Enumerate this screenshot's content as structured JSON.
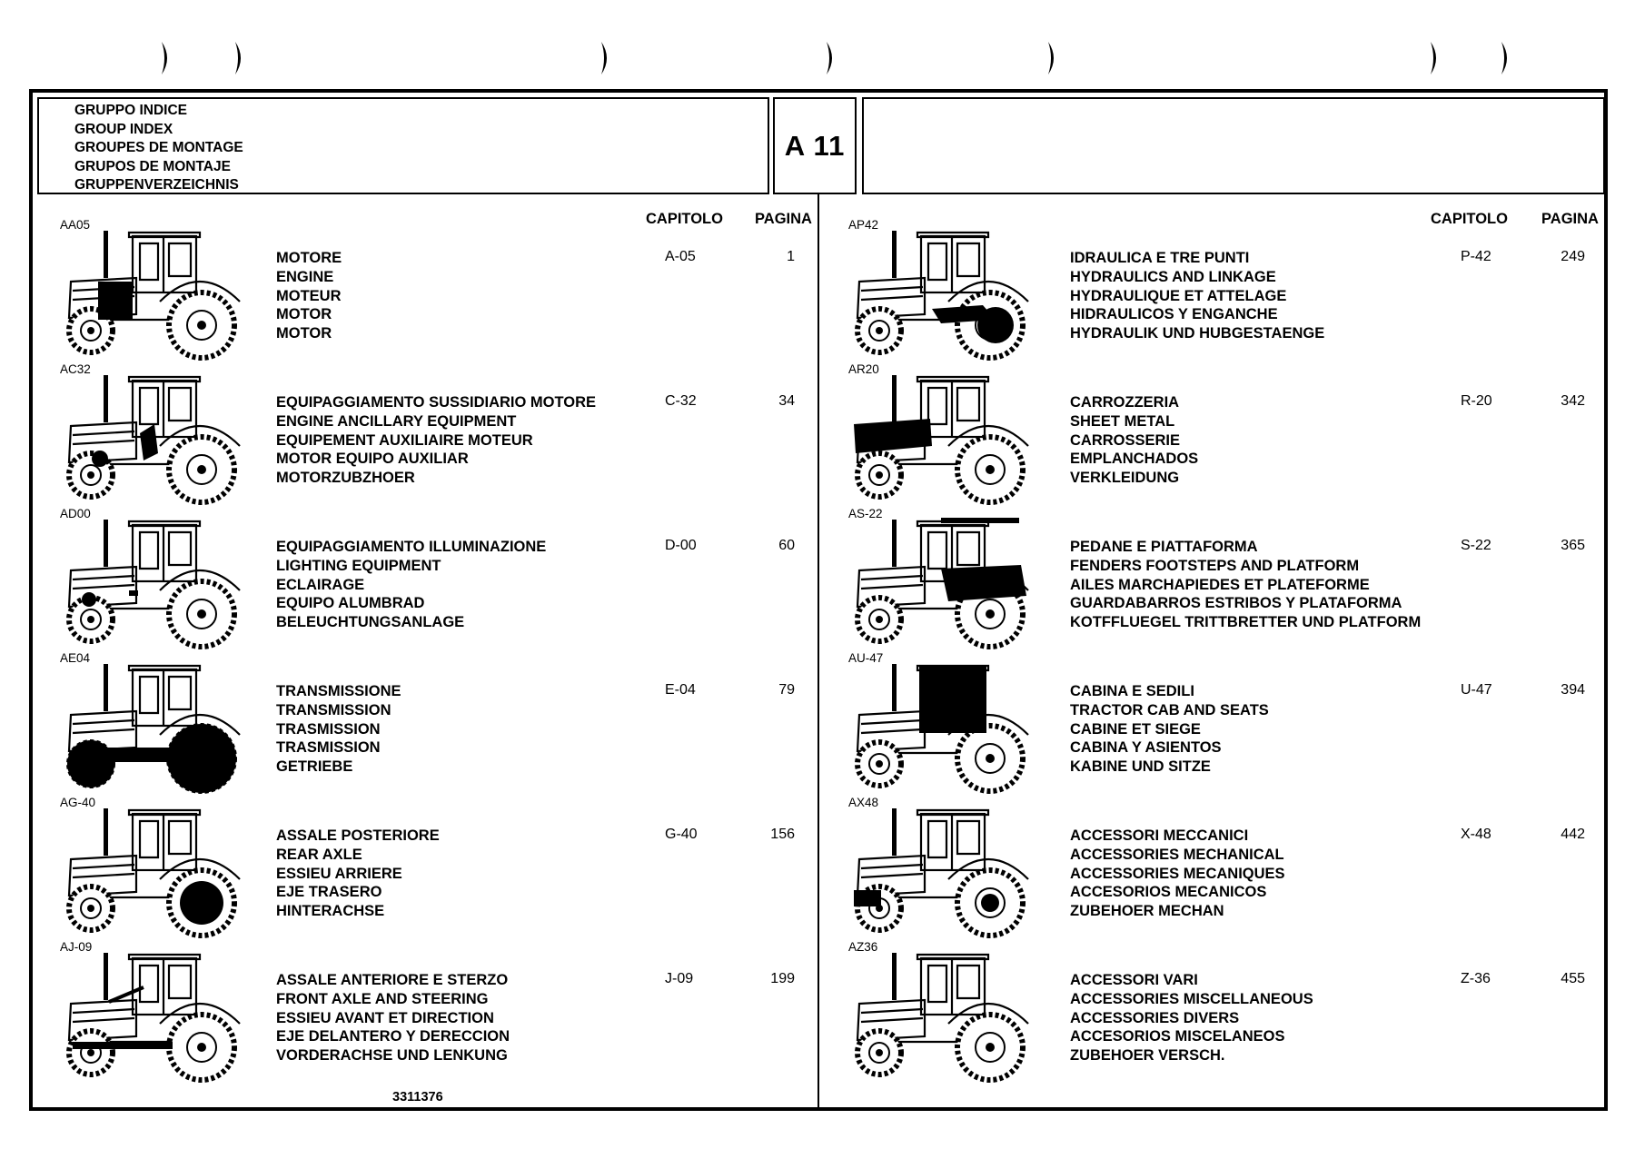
{
  "header": {
    "titles": [
      "GRUPPO INDICE",
      "GROUP INDEX",
      "GROUPES DE MONTAGE",
      "GRUPOS DE MONTAJE",
      "GRUPPENVERZEICHNIS"
    ],
    "section": "A 11"
  },
  "columns": {
    "chapter": "CAPITOLO",
    "page": "PAGINA"
  },
  "left": [
    {
      "code": "AA05",
      "names": [
        "MOTORE",
        "ENGINE",
        "MOTEUR",
        "MOTOR",
        "MOTOR"
      ],
      "chapter": "A-05",
      "page": "1",
      "highlight": "engine"
    },
    {
      "code": "AC32",
      "names": [
        "EQUIPAGGIAMENTO SUSSIDIARIO MOTORE",
        "ENGINE ANCILLARY EQUIPMENT",
        "EQUIPEMENT AUXILIAIRE MOTEUR",
        "MOTOR EQUIPO AUXILIAR",
        "MOTORZUBZHOER"
      ],
      "chapter": "C-32",
      "page": "34",
      "highlight": "ancillary"
    },
    {
      "code": "AD00",
      "names": [
        "EQUIPAGGIAMENTO ILLUMINAZIONE",
        "LIGHTING EQUIPMENT",
        "ECLAIRAGE",
        "EQUIPO ALUMBRAD",
        "BELEUCHTUNGSANLAGE"
      ],
      "chapter": "D-00",
      "page": "60",
      "highlight": "lights"
    },
    {
      "code": "AE04",
      "names": [
        "TRANSMISSIONE",
        "TRANSMISSION",
        "TRASMISSION",
        "TRASMISSION",
        "GETRIEBE"
      ],
      "chapter": "E-04",
      "page": "79",
      "highlight": "transmission"
    },
    {
      "code": "AG-40",
      "names": [
        "ASSALE POSTERIORE",
        "REAR AXLE",
        "ESSIEU ARRIERE",
        "EJE TRASERO",
        "HINTERACHSE"
      ],
      "chapter": "G-40",
      "page": "156",
      "highlight": "rear-axle"
    },
    {
      "code": "AJ-09",
      "names": [
        "ASSALE ANTERIORE E STERZO",
        "FRONT AXLE AND STEERING",
        "ESSIEU AVANT ET DIRECTION",
        "EJE DELANTERO Y DERECCION",
        "VORDERACHSE UND LENKUNG"
      ],
      "chapter": "J-09",
      "page": "199",
      "highlight": "front-axle"
    }
  ],
  "right": [
    {
      "code": "AP42",
      "names": [
        "IDRAULICA E TRE PUNTI",
        "HYDRAULICS AND LINKAGE",
        "HYDRAULIQUE ET ATTELAGE",
        "HIDRAULICOS Y ENGANCHE",
        "HYDRAULIK UND HUBGESTAENGE"
      ],
      "chapter": "P-42",
      "page": "249",
      "highlight": "hydraulics"
    },
    {
      "code": "AR20",
      "names": [
        "CARROZZERIA",
        "SHEET METAL",
        "CARROSSERIE",
        "EMPLANCHADOS",
        "VERKLEIDUNG"
      ],
      "chapter": "R-20",
      "page": "342",
      "highlight": "sheet-metal"
    },
    {
      "code": "AS-22",
      "names": [
        "PEDANE E PIATTAFORMA",
        "FENDERS FOOTSTEPS AND PLATFORM",
        "AILES MARCHAPIEDES ET PLATEFORME",
        "GUARDABARROS ESTRIBOS Y PLATAFORMA",
        "KOTFFLUEGEL TRITTBRETTER UND PLATFORM"
      ],
      "chapter": "S-22",
      "page": "365",
      "highlight": "platform"
    },
    {
      "code": "AU-47",
      "names": [
        "CABINA E SEDILI",
        "TRACTOR CAB AND SEATS",
        "CABINE ET SIEGE",
        "CABINA Y ASIENTOS",
        "KABINE UND SITZE"
      ],
      "chapter": "U-47",
      "page": "394",
      "highlight": "cab"
    },
    {
      "code": "AX48",
      "names": [
        "ACCESSORI MECCANICI",
        "ACCESSORIES MECHANICAL",
        "ACCESSORIES MECANIQUES",
        "ACCESORIOS MECANICOS",
        "ZUBEHOER MECHAN"
      ],
      "chapter": "X-48",
      "page": "442",
      "highlight": "mech-accessories"
    },
    {
      "code": "AZ36",
      "names": [
        "ACCESSORI VARI",
        "ACCESSORIES MISCELLANEOUS",
        "ACCESSORIES DIVERS",
        "ACCESORIOS MISCELANEOS",
        "ZUBEHOER VERSCH."
      ],
      "chapter": "Z-36",
      "page": "455",
      "highlight": "none"
    }
  ],
  "doc_number": "3311376"
}
